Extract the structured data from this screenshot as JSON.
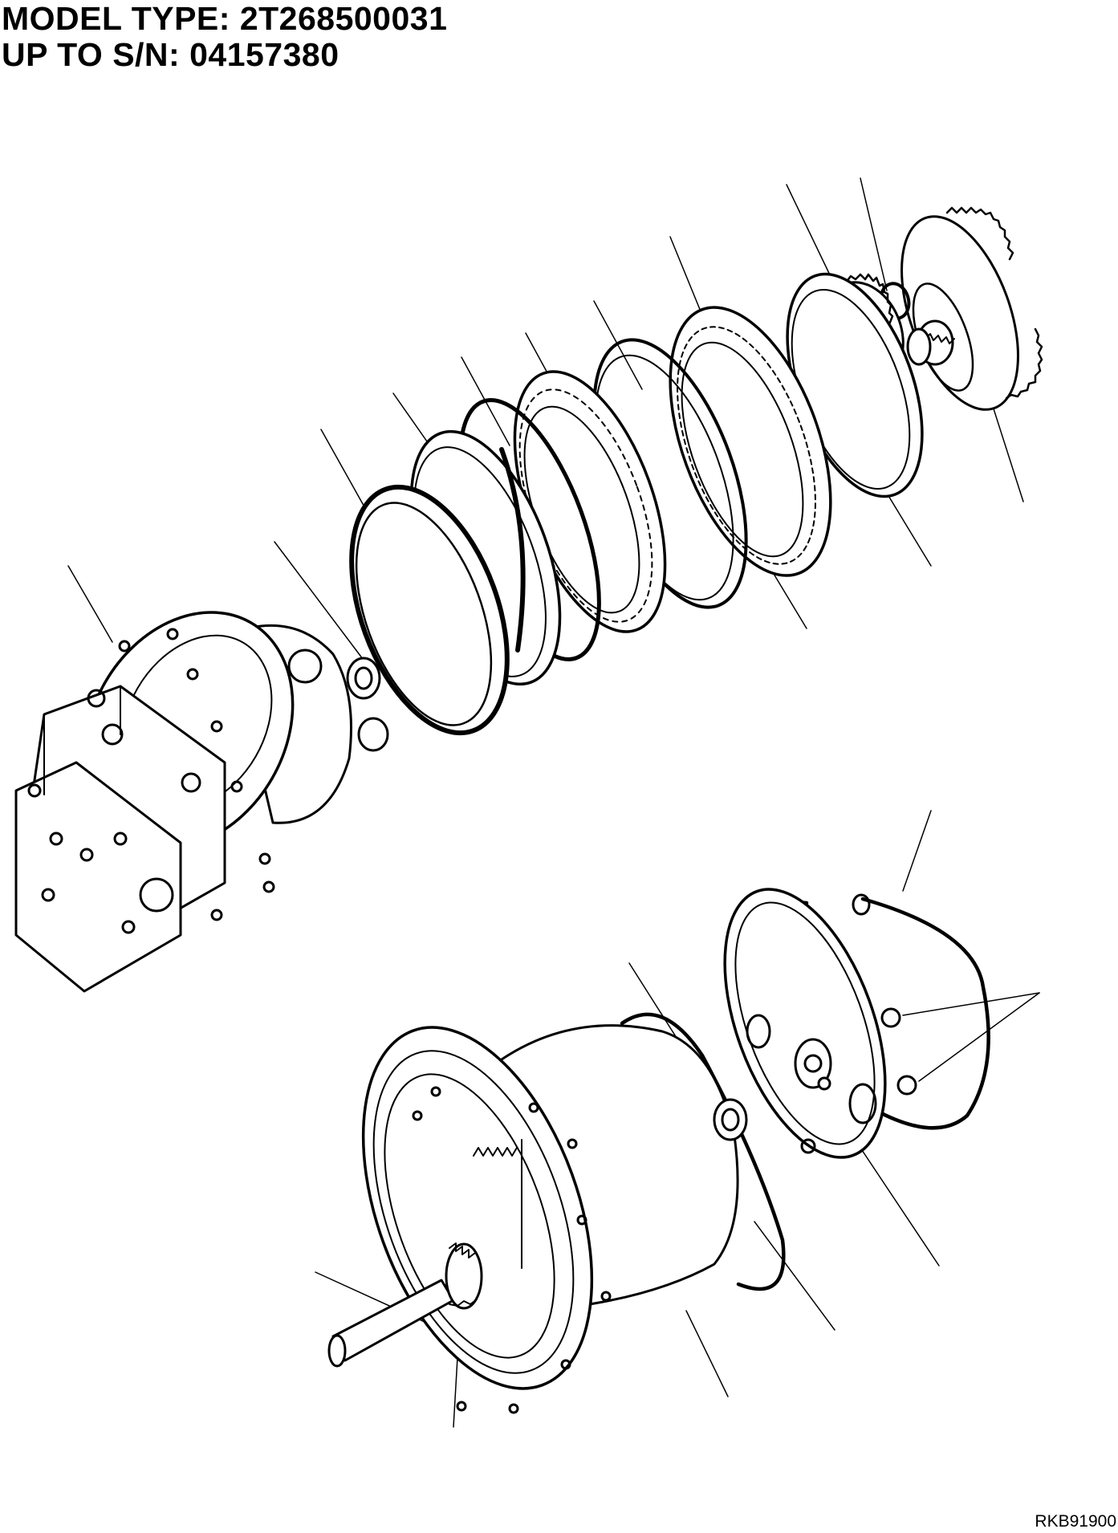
{
  "header": {
    "model_type": "MODEL TYPE: 2T268500031",
    "serial_range": "UP TO S/N: 04157380"
  },
  "diagram": {
    "reference_code": "RKB91900",
    "stroke_color": "#000000",
    "background_color": "#ffffff"
  }
}
